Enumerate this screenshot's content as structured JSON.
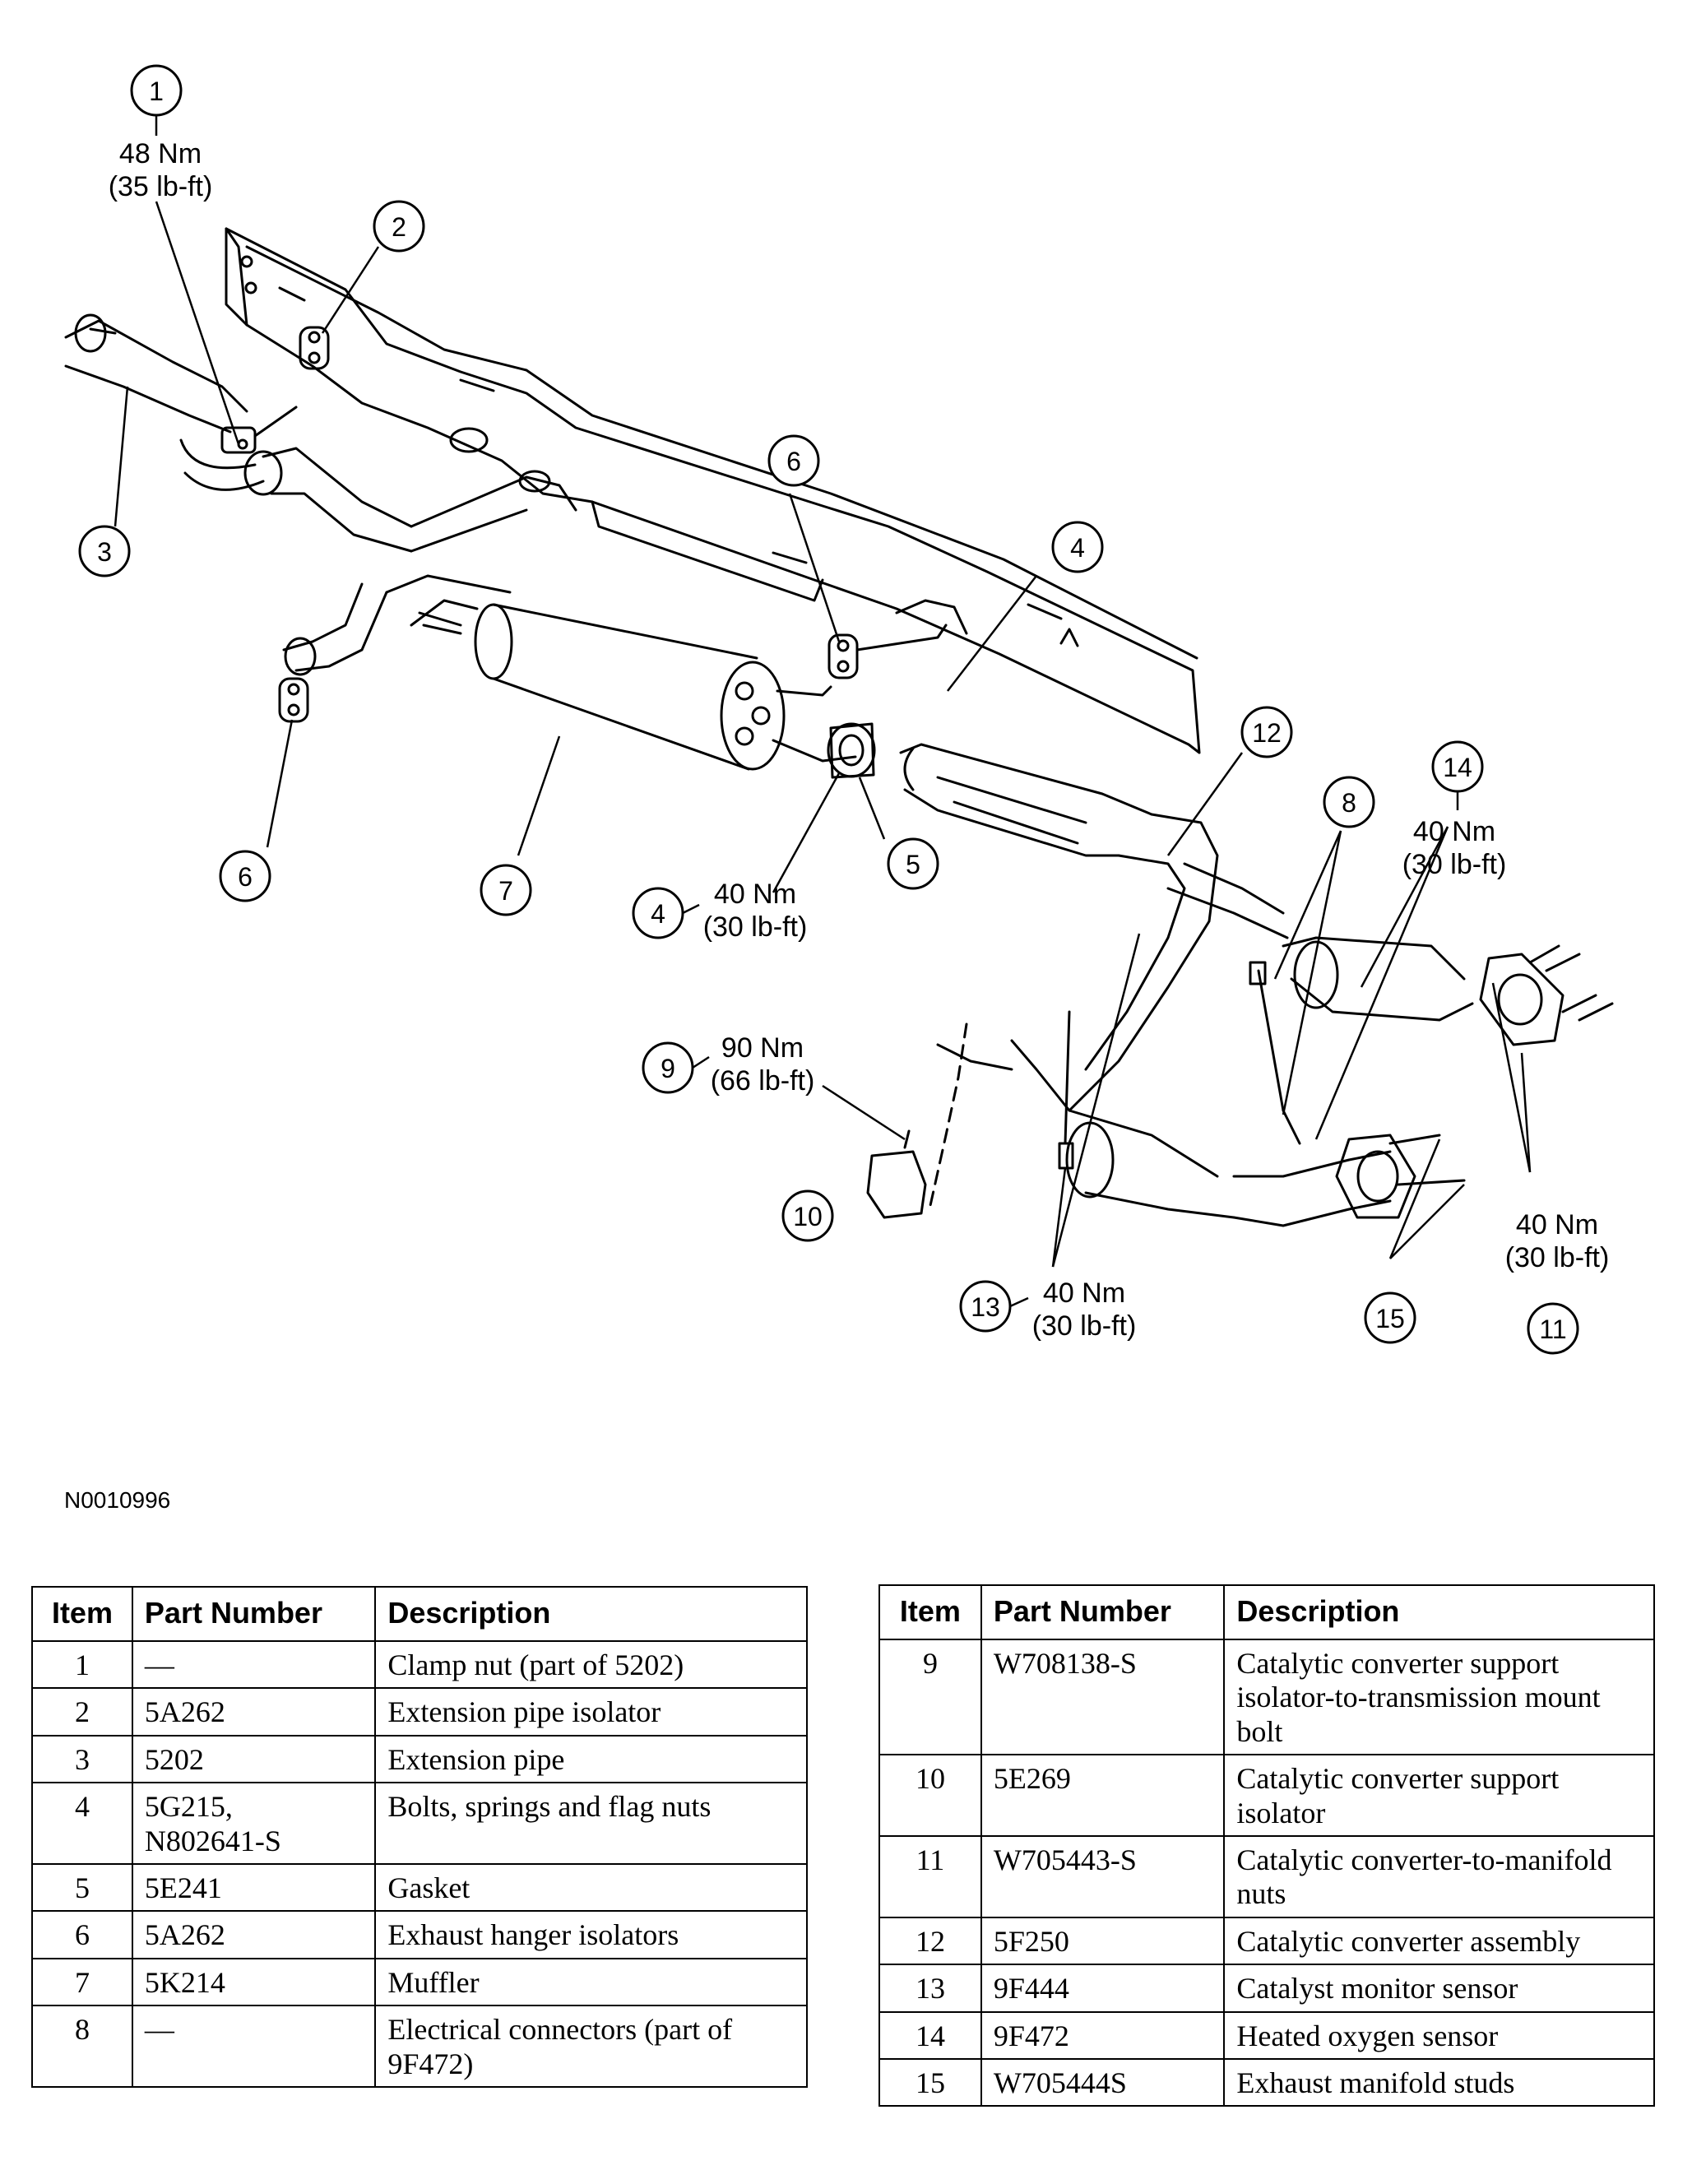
{
  "figure_id": "N0010996",
  "callouts": [
    {
      "id": "1",
      "torque": [
        "48 Nm",
        "(35 lb-ft)"
      ]
    },
    {
      "id": "2"
    },
    {
      "id": "3"
    },
    {
      "id": "4",
      "torque": [
        "40 Nm",
        "(30 lb-ft)"
      ]
    },
    {
      "id": "4b",
      "label": "4"
    },
    {
      "id": "5"
    },
    {
      "id": "6"
    },
    {
      "id": "6b",
      "label": "6"
    },
    {
      "id": "7"
    },
    {
      "id": "8"
    },
    {
      "id": "9",
      "torque": [
        "90 Nm",
        "(66 lb-ft)"
      ]
    },
    {
      "id": "10"
    },
    {
      "id": "11",
      "torque": [
        "40 Nm",
        "(30 lb-ft)"
      ]
    },
    {
      "id": "12"
    },
    {
      "id": "13",
      "torque": [
        "40 Nm",
        "(30 lb-ft)"
      ]
    },
    {
      "id": "14",
      "torque": [
        "40 Nm",
        "(30 lb-ft)"
      ]
    },
    {
      "id": "15"
    }
  ],
  "table_headers": {
    "item": "Item",
    "part": "Part Number",
    "desc": "Description"
  },
  "parts_left": [
    {
      "item": "1",
      "part": "—",
      "desc": "Clamp nut (part of 5202)"
    },
    {
      "item": "2",
      "part": "5A262",
      "desc": "Extension pipe isolator"
    },
    {
      "item": "3",
      "part": "5202",
      "desc": "Extension pipe"
    },
    {
      "item": "4",
      "part": "5G215,\nN802641-S",
      "desc": "Bolts, springs and flag nuts"
    },
    {
      "item": "5",
      "part": "5E241",
      "desc": "Gasket"
    },
    {
      "item": "6",
      "part": "5A262",
      "desc": "Exhaust hanger isolators"
    },
    {
      "item": "7",
      "part": "5K214",
      "desc": "Muffler"
    },
    {
      "item": "8",
      "part": "—",
      "desc": "Electrical connectors (part of 9F472)"
    }
  ],
  "parts_right": [
    {
      "item": "9",
      "part": "W708138-S",
      "desc": "Catalytic converter support isolator-to-transmission mount bolt"
    },
    {
      "item": "10",
      "part": "5E269",
      "desc": "Catalytic converter support isolator"
    },
    {
      "item": "11",
      "part": "W705443-S",
      "desc": "Catalytic converter-to-manifold nuts"
    },
    {
      "item": "12",
      "part": "5F250",
      "desc": "Catalytic converter assembly"
    },
    {
      "item": "13",
      "part": "9F444",
      "desc": "Catalyst monitor sensor"
    },
    {
      "item": "14",
      "part": "9F472",
      "desc": "Heated oxygen sensor"
    },
    {
      "item": "15",
      "part": "W705444S",
      "desc": "Exhaust manifold studs"
    }
  ]
}
